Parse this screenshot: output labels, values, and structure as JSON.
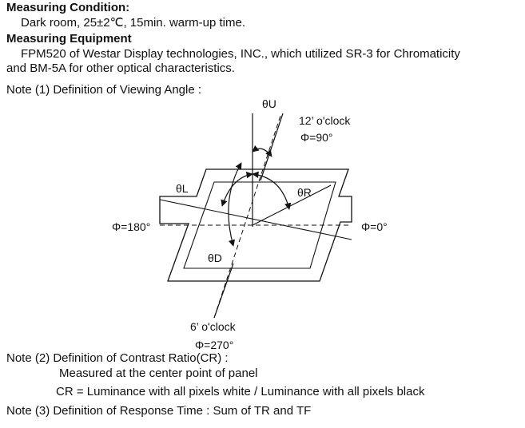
{
  "measuring_condition": {
    "heading": "Measuring Condition:",
    "text": "Dark room, 25±2℃, 15min. warm-up time."
  },
  "measuring_equipment": {
    "heading": "Measuring Equipment",
    "line1": "FPM520 of Westar Display technologies, INC., which utilized SR-3 for Chromaticity",
    "line2": "and BM-5A for other optical characteristics."
  },
  "note1": {
    "title": "Note (1) Definition of Viewing Angle :",
    "labels": {
      "theta_u": "θU",
      "theta_l": "θL",
      "theta_r": "θR",
      "theta_d": "θD",
      "twelve_oclock": "12’ o'clock",
      "phi_90": "Φ=90°",
      "phi_180": "Φ=180°",
      "phi_0": "Φ=0°",
      "six_oclock": "6’ o'clock",
      "phi_270": "Φ=270°"
    }
  },
  "note2": {
    "title": "Note (2) Definition of Contrast Ratio(CR) :",
    "line1": "Measured at the center point of panel",
    "line2": "CR = Luminance with all pixels white / Luminance with all pixels black"
  },
  "note3": {
    "title": "Note (3) Definition of Response Time : Sum of TR and TF"
  }
}
